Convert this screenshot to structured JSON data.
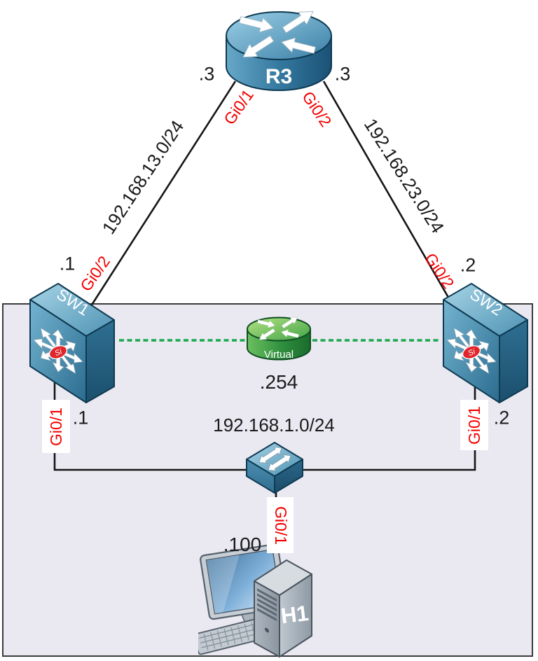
{
  "devices": {
    "r3": {
      "label": "R3"
    },
    "sw1": {
      "label": "SW1",
      "badge": "Si"
    },
    "sw2": {
      "label": "SW2",
      "badge": "Si"
    },
    "virtual_router": {
      "label": "Virtual"
    },
    "h1": {
      "label": "H1"
    }
  },
  "networks": {
    "r3_sw1": "192.168.13.0/24",
    "r3_sw2": "192.168.23.0/24",
    "lan": "192.168.1.0/24"
  },
  "addresses": {
    "r3_on_sw1_link": ".3",
    "r3_on_sw2_link": ".3",
    "sw1_uplink": ".1",
    "sw2_uplink": ".2",
    "sw1_lan": ".1",
    "sw2_lan": ".2",
    "virtual_gateway": ".254",
    "h1": ".100"
  },
  "interfaces": {
    "r3_to_sw1": "Gi0/1",
    "r3_to_sw2": "Gi0/2",
    "sw1_uplink": "Gi0/2",
    "sw2_uplink": "Gi0/2",
    "sw1_lan": "Gi0/1",
    "sw2_lan": "Gi0/1",
    "h1_nic": "Gi0/1"
  },
  "colors": {
    "interface_text": "#f40000",
    "address_text": "#1a1a1a",
    "link_line": "#151515",
    "virtual_link_dashed": "#19a84f",
    "lan_box_fill": "#eae8f0",
    "lan_box_border": "#3b3b3b",
    "router_switch_blue": "#4788ad",
    "virtual_green": "#45a94d",
    "si_badge_red": "#e0262b"
  }
}
